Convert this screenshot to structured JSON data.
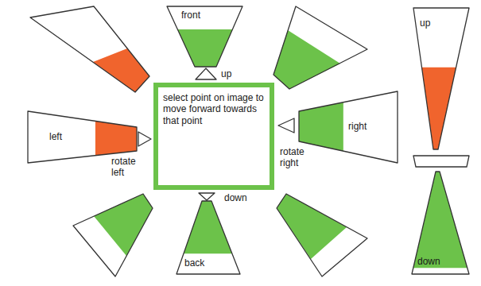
{
  "diagram": {
    "nodes": [
      {
        "text": [
          "front"
        ]
      },
      {
        "text": [
          "up"
        ]
      },
      {
        "text": [
          "left"
        ]
      },
      {
        "text": [
          "rotate left"
        ]
      },
      {
        "text": [
          "select point on image to move forward towards that point"
        ]
      },
      {
        "text": [
          "rotate right"
        ]
      },
      {
        "text": [
          "right"
        ]
      },
      {
        "text": [
          "down"
        ]
      },
      {
        "text": [
          "back"
        ]
      },
      {
        "text": [
          "up"
        ]
      },
      {
        "text": [
          "down"
        ]
      }
    ]
  }
}
